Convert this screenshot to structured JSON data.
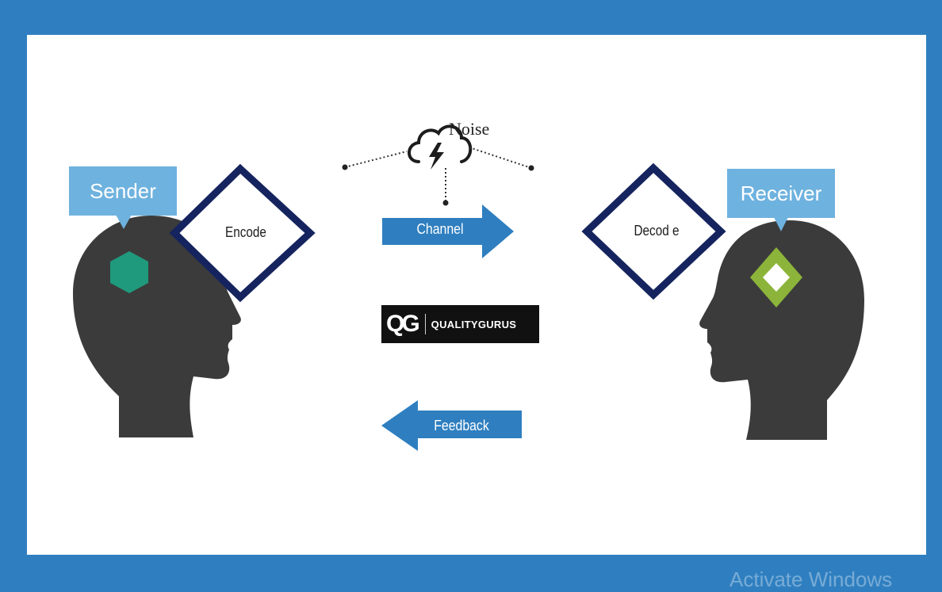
{
  "diagram": {
    "sender_label": "Sender",
    "receiver_label": "Receiver",
    "encode_label": "Encode",
    "decode_label": "Decod e",
    "channel_label": "Channel",
    "feedback_label": "Feedback",
    "noise_label": "Noise"
  },
  "logo": {
    "mark": "QG",
    "wordmark": "QUALITYGURUS"
  },
  "watermark": {
    "text": "Activate Windows"
  },
  "colors": {
    "frame_blue": "#2f7fc0",
    "label_light_blue": "#6eb2df",
    "arrow_blue": "#2f7fc0",
    "diamond_navy": "#15245e",
    "head_gray": "#3b3b3b",
    "hexagon_green": "#1f9a7c",
    "receiver_diamond_green": "#8cb43a"
  },
  "icons": {
    "noise": "cloud-lightning-icon"
  }
}
